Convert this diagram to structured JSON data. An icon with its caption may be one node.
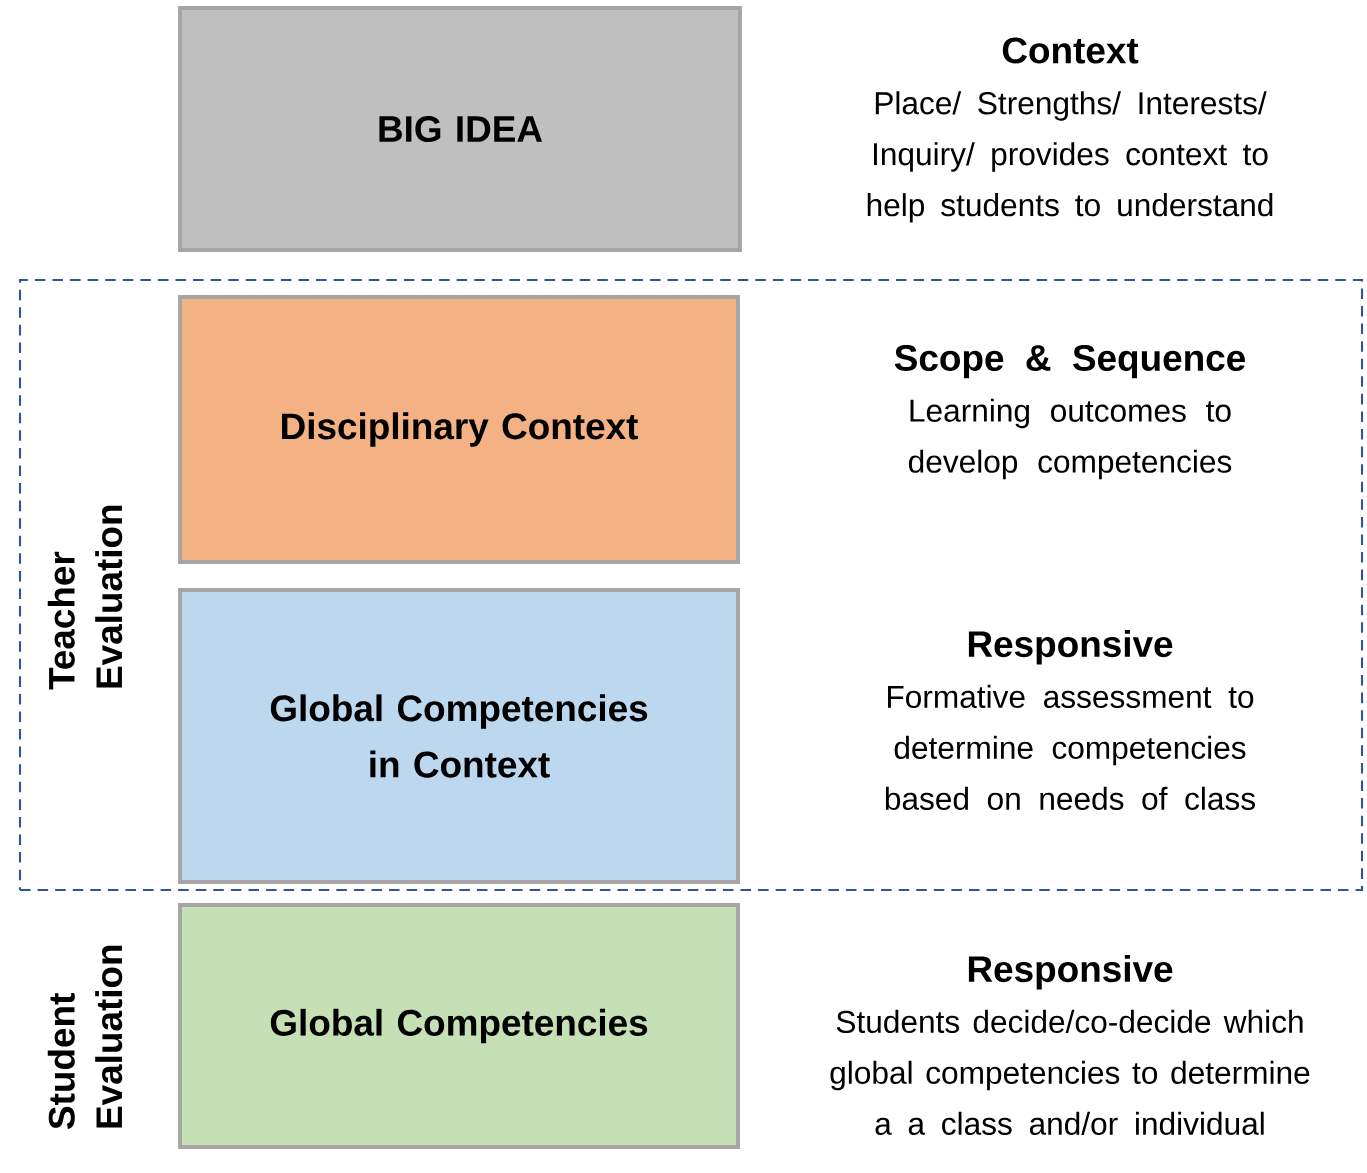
{
  "diagram": {
    "nodes": [
      {
        "text": [
          "BIG IDEA"
        ],
        "beside": [
          "Context",
          "Place/ Strengths/ Interests/ Inquiry/ provides context to help students to understand"
        ]
      },
      {
        "text": [
          "Teacher Evaluation"
        ]
      },
      {
        "text": [
          "Disciplinary Context"
        ],
        "in": 1,
        "beside": [
          "Scope & Sequence",
          "Learning outcomes to develop competencies"
        ]
      },
      {
        "text": [
          "Global Competencies in Context"
        ],
        "in": 1,
        "beside": [
          "Responsive",
          "Formative assessment to determine competencies based on needs of class"
        ]
      },
      {
        "text": [
          "Global Competencies"
        ],
        "beside": [
          "Responsive",
          "Students decide/co-decide which global competencies to determine a a class and/or individual"
        ]
      }
    ],
    "labels": [
      "Student Evaluation"
    ]
  }
}
